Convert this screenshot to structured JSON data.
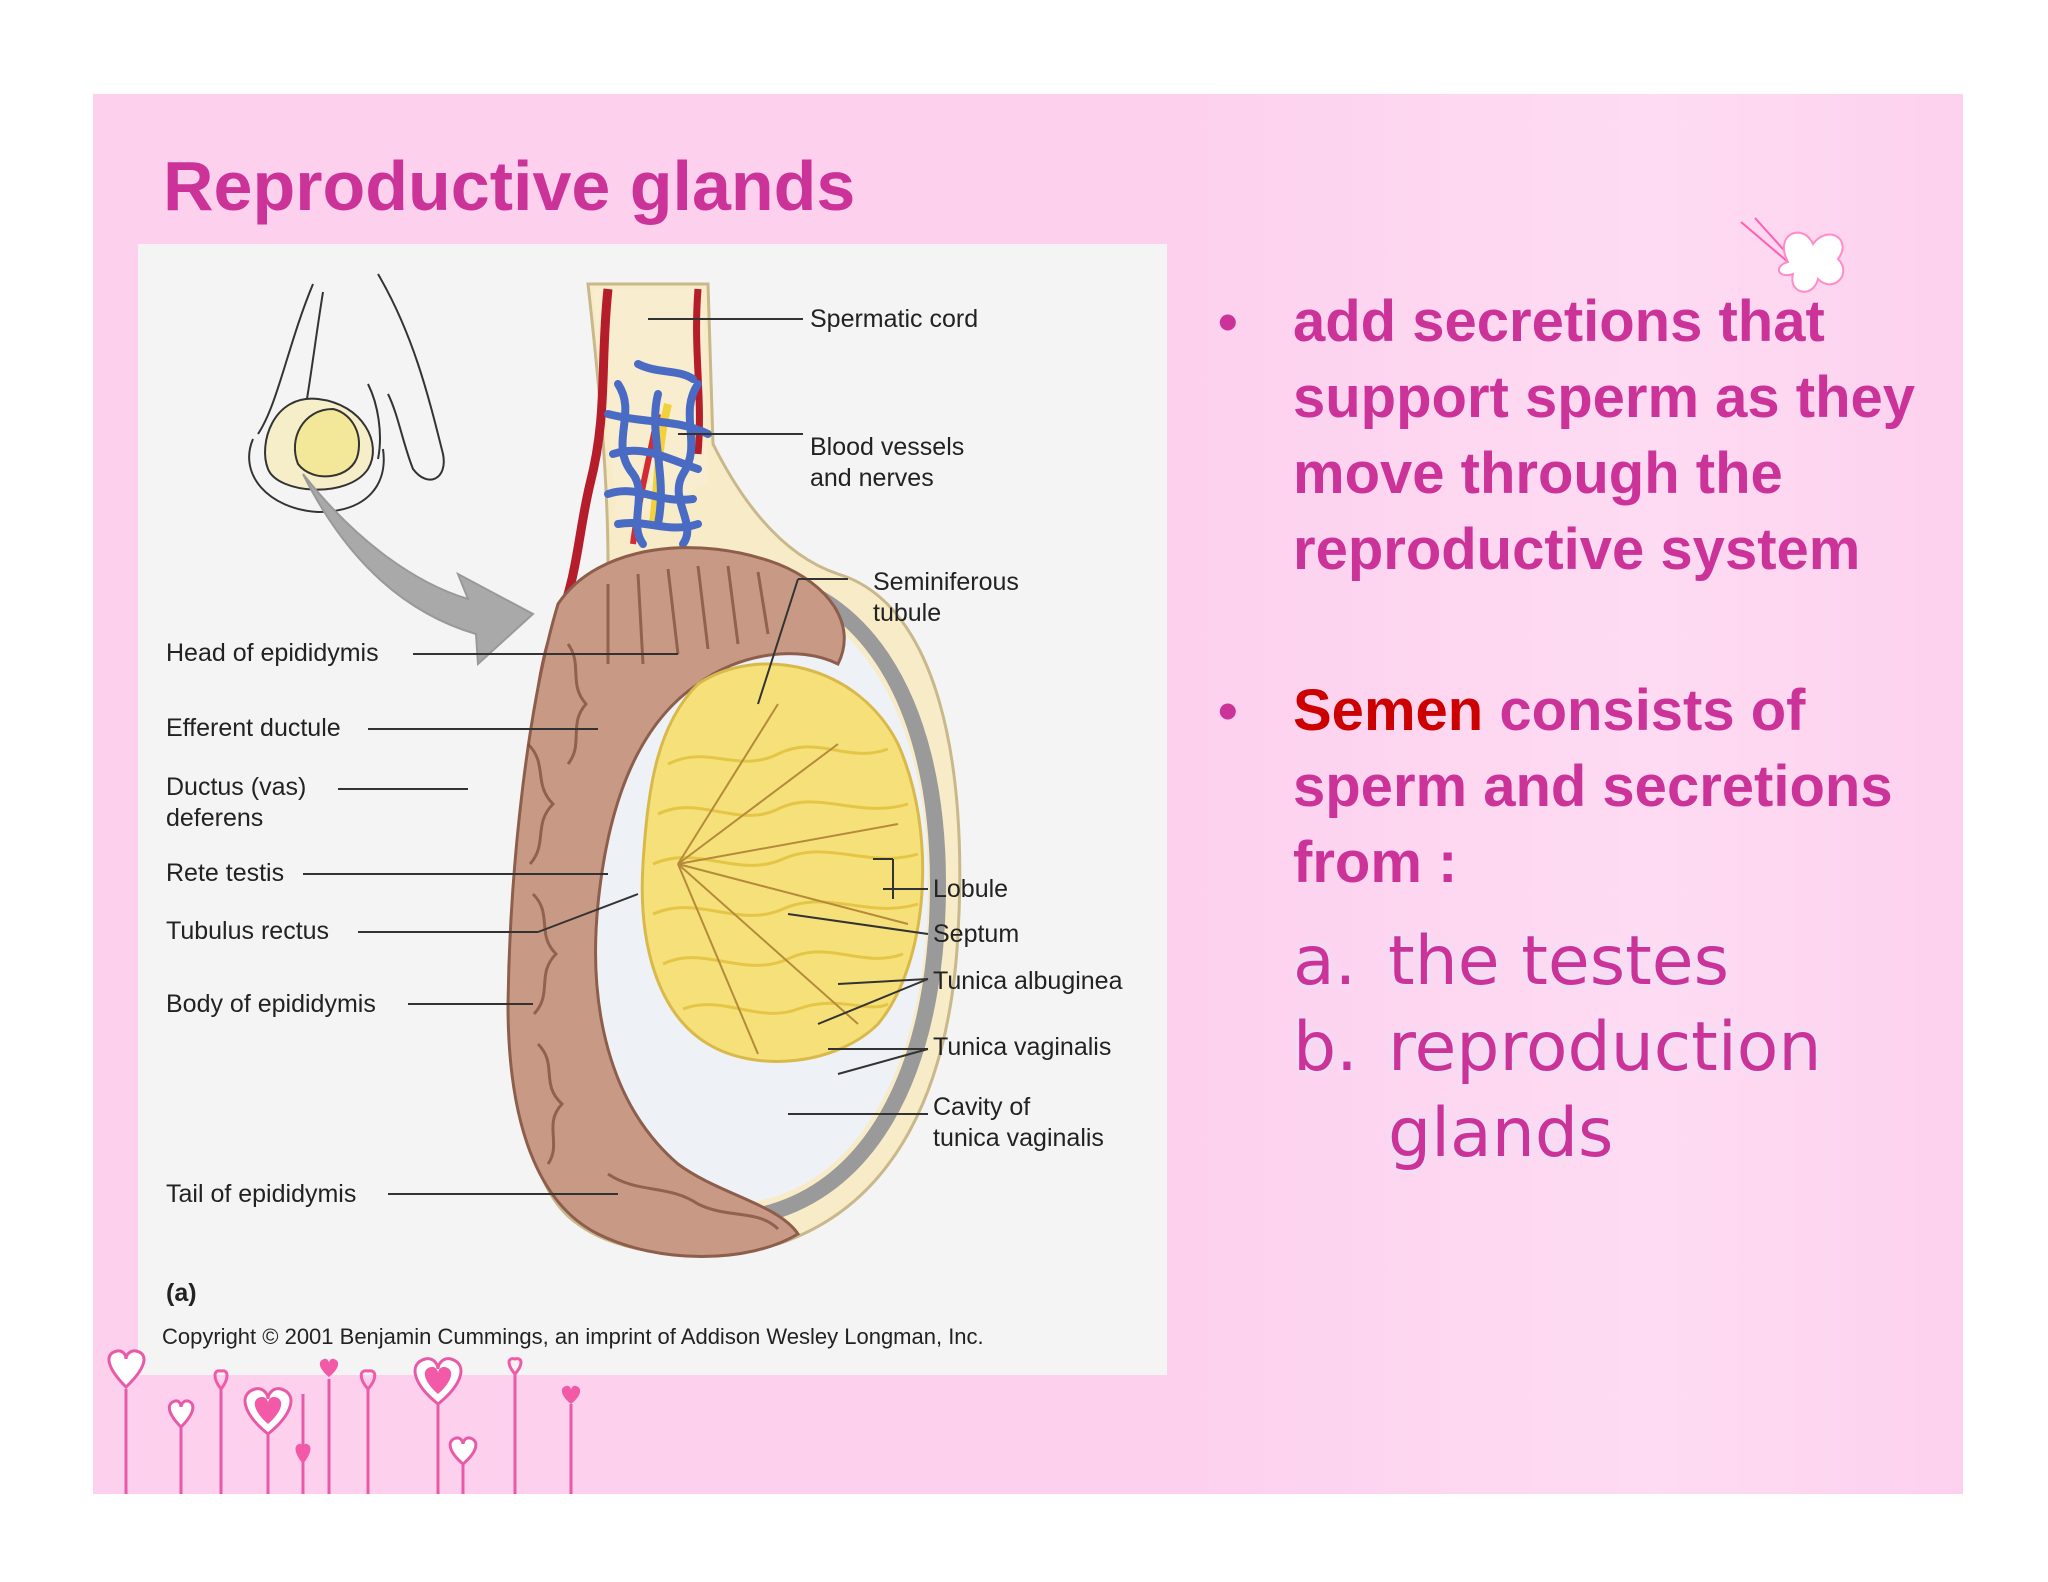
{
  "slide": {
    "title": "Reproductive glands",
    "bg_color": "#fdd1ee",
    "accent_color": "#cc3399",
    "highlight_color": "#cc0000"
  },
  "figure": {
    "labels": {
      "spermatic_cord": "Spermatic cord",
      "blood_vessels_1": "Blood vessels",
      "blood_vessels_2": "and nerves",
      "seminiferous_1": "Seminiferous",
      "seminiferous_2": "tubule",
      "head_epididymis": "Head of epididymis",
      "efferent_ductule": "Efferent ductule",
      "ductus_1": "Ductus (vas)",
      "ductus_2": "deferens",
      "rete_testis": "Rete testis",
      "tubulus_rectus": "Tubulus rectus",
      "body_epididymis": "Body of epididymis",
      "tail_epididymis": "Tail of epididymis",
      "lobule": "Lobule",
      "septum": "Septum",
      "tunica_albuginea": "Tunica albuginea",
      "tunica_vaginalis": "Tunica vaginalis",
      "cavity_1": "Cavity of",
      "cavity_2": "tunica vaginalis"
    },
    "panel_label": "(a)",
    "copyright": "Copyright © 2001 Benjamin Cummings, an imprint of Addison Wesley Longman, Inc."
  },
  "bullets": {
    "marker": "•",
    "item1": "add secretions that support sperm as they move through the reproductive system",
    "item2_highlight": "Semen",
    "item2_rest": " consists of sperm and secretions from :",
    "sub": [
      {
        "marker": "a.",
        "text": "the testes"
      },
      {
        "marker": "b.",
        "text": "reproduction glands"
      }
    ]
  },
  "decorations": {
    "butterfly": "butterfly-icon",
    "hearts": "heart-stems-icon"
  }
}
